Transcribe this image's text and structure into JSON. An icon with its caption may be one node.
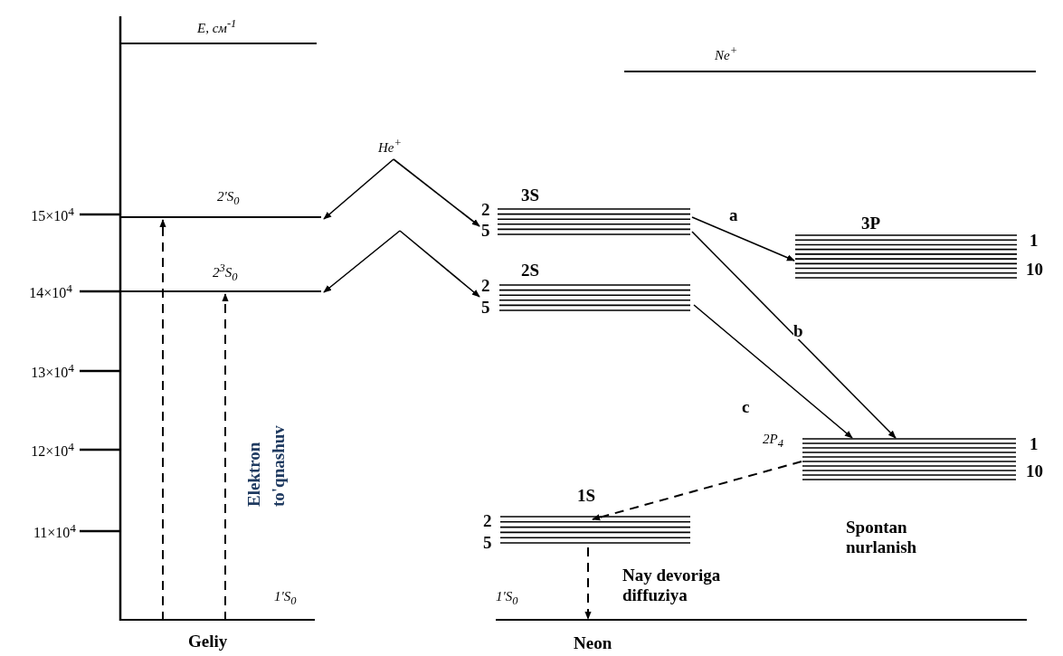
{
  "diagram": {
    "nodes": [
      {
        "text": [
          "E, см$^{-1}$"
        ]
      },
      {
        "text": [
          "Ne$^{+}$"
        ]
      },
      {
        "text": [
          "He$^{+}$"
        ]
      },
      {
        "text": [
          "2'S$_{0}$"
        ]
      },
      {
        "text": [
          "3S",
          "2",
          "5"
        ]
      },
      {
        "text": [
          "3P",
          "1",
          "10"
        ]
      },
      {
        "text": [
          "2$^{3}$S$_{0}$"
        ]
      },
      {
        "text": [
          "2S",
          "2",
          "5"
        ]
      },
      {
        "text": [
          "2P$_{4}$",
          "1",
          "10"
        ]
      },
      {
        "text": [
          "1S",
          "2",
          "5"
        ]
      },
      {
        "text": [
          "1'S$_{0}$"
        ]
      },
      {
        "text": [
          "1'S$_{0}$"
        ]
      }
    ],
    "edges": [
      {
        "from": 2,
        "to": 3,
        "arrow": "to"
      },
      {
        "from": 2,
        "to": 4,
        "arrow": "to"
      },
      {
        "from": null,
        "to": 6,
        "arrow": "to"
      },
      {
        "from": null,
        "to": 7,
        "arrow": "to"
      },
      {
        "from": 10,
        "to": 3,
        "arrow": "to",
        "style": "dashed"
      },
      {
        "from": 10,
        "to": 6,
        "arrow": "to",
        "style": "dashed"
      },
      {
        "from": 4,
        "to": 5,
        "arrow": "to",
        "label": "a"
      },
      {
        "from": 4,
        "to": 8,
        "arrow": "to",
        "label": "b"
      },
      {
        "from": 7,
        "to": 8,
        "arrow": "to",
        "label": "c"
      },
      {
        "from": 8,
        "to": 9,
        "arrow": "to",
        "style": "dashed"
      },
      {
        "from": 9,
        "to": 11,
        "arrow": "to",
        "style": "dashed"
      }
    ],
    "labels": [
      "15×10$^{4}$",
      "14×10$^{4}$",
      "13×10$^{4}$",
      "12×10$^{4}$",
      "11×10$^{4}$",
      "Elektron to'qnashuv",
      "Spontan nurlanish",
      "Nay devoriga diffuziya",
      "Geliy",
      "Neon"
    ]
  }
}
